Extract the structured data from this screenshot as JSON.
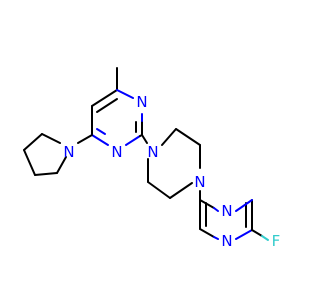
{
  "molecule": {
    "atoms": [
      {
        "name": "n-pyrrolidine",
        "text": "N",
        "color": "#0000ff"
      },
      {
        "name": "n-pyrimidine-1",
        "text": "N",
        "color": "#0000ff"
      },
      {
        "name": "n-pyrimidine-3",
        "text": "N",
        "color": "#0000ff"
      },
      {
        "name": "n-piperazine-1",
        "text": "N",
        "color": "#0000ff"
      },
      {
        "name": "n-piperazine-4",
        "text": "N",
        "color": "#0000ff"
      },
      {
        "name": "n-fluoropyrimidine-1",
        "text": "N",
        "color": "#0000ff"
      },
      {
        "name": "n-fluoropyrimidine-3",
        "text": "N",
        "color": "#0000ff"
      },
      {
        "name": "fluorine",
        "text": "F",
        "color": "#33cccc"
      }
    ],
    "colors": {
      "bond": "#000000",
      "nitrogen": "#0000ff",
      "fluorine": "#33cccc",
      "background": "#ffffff"
    }
  }
}
